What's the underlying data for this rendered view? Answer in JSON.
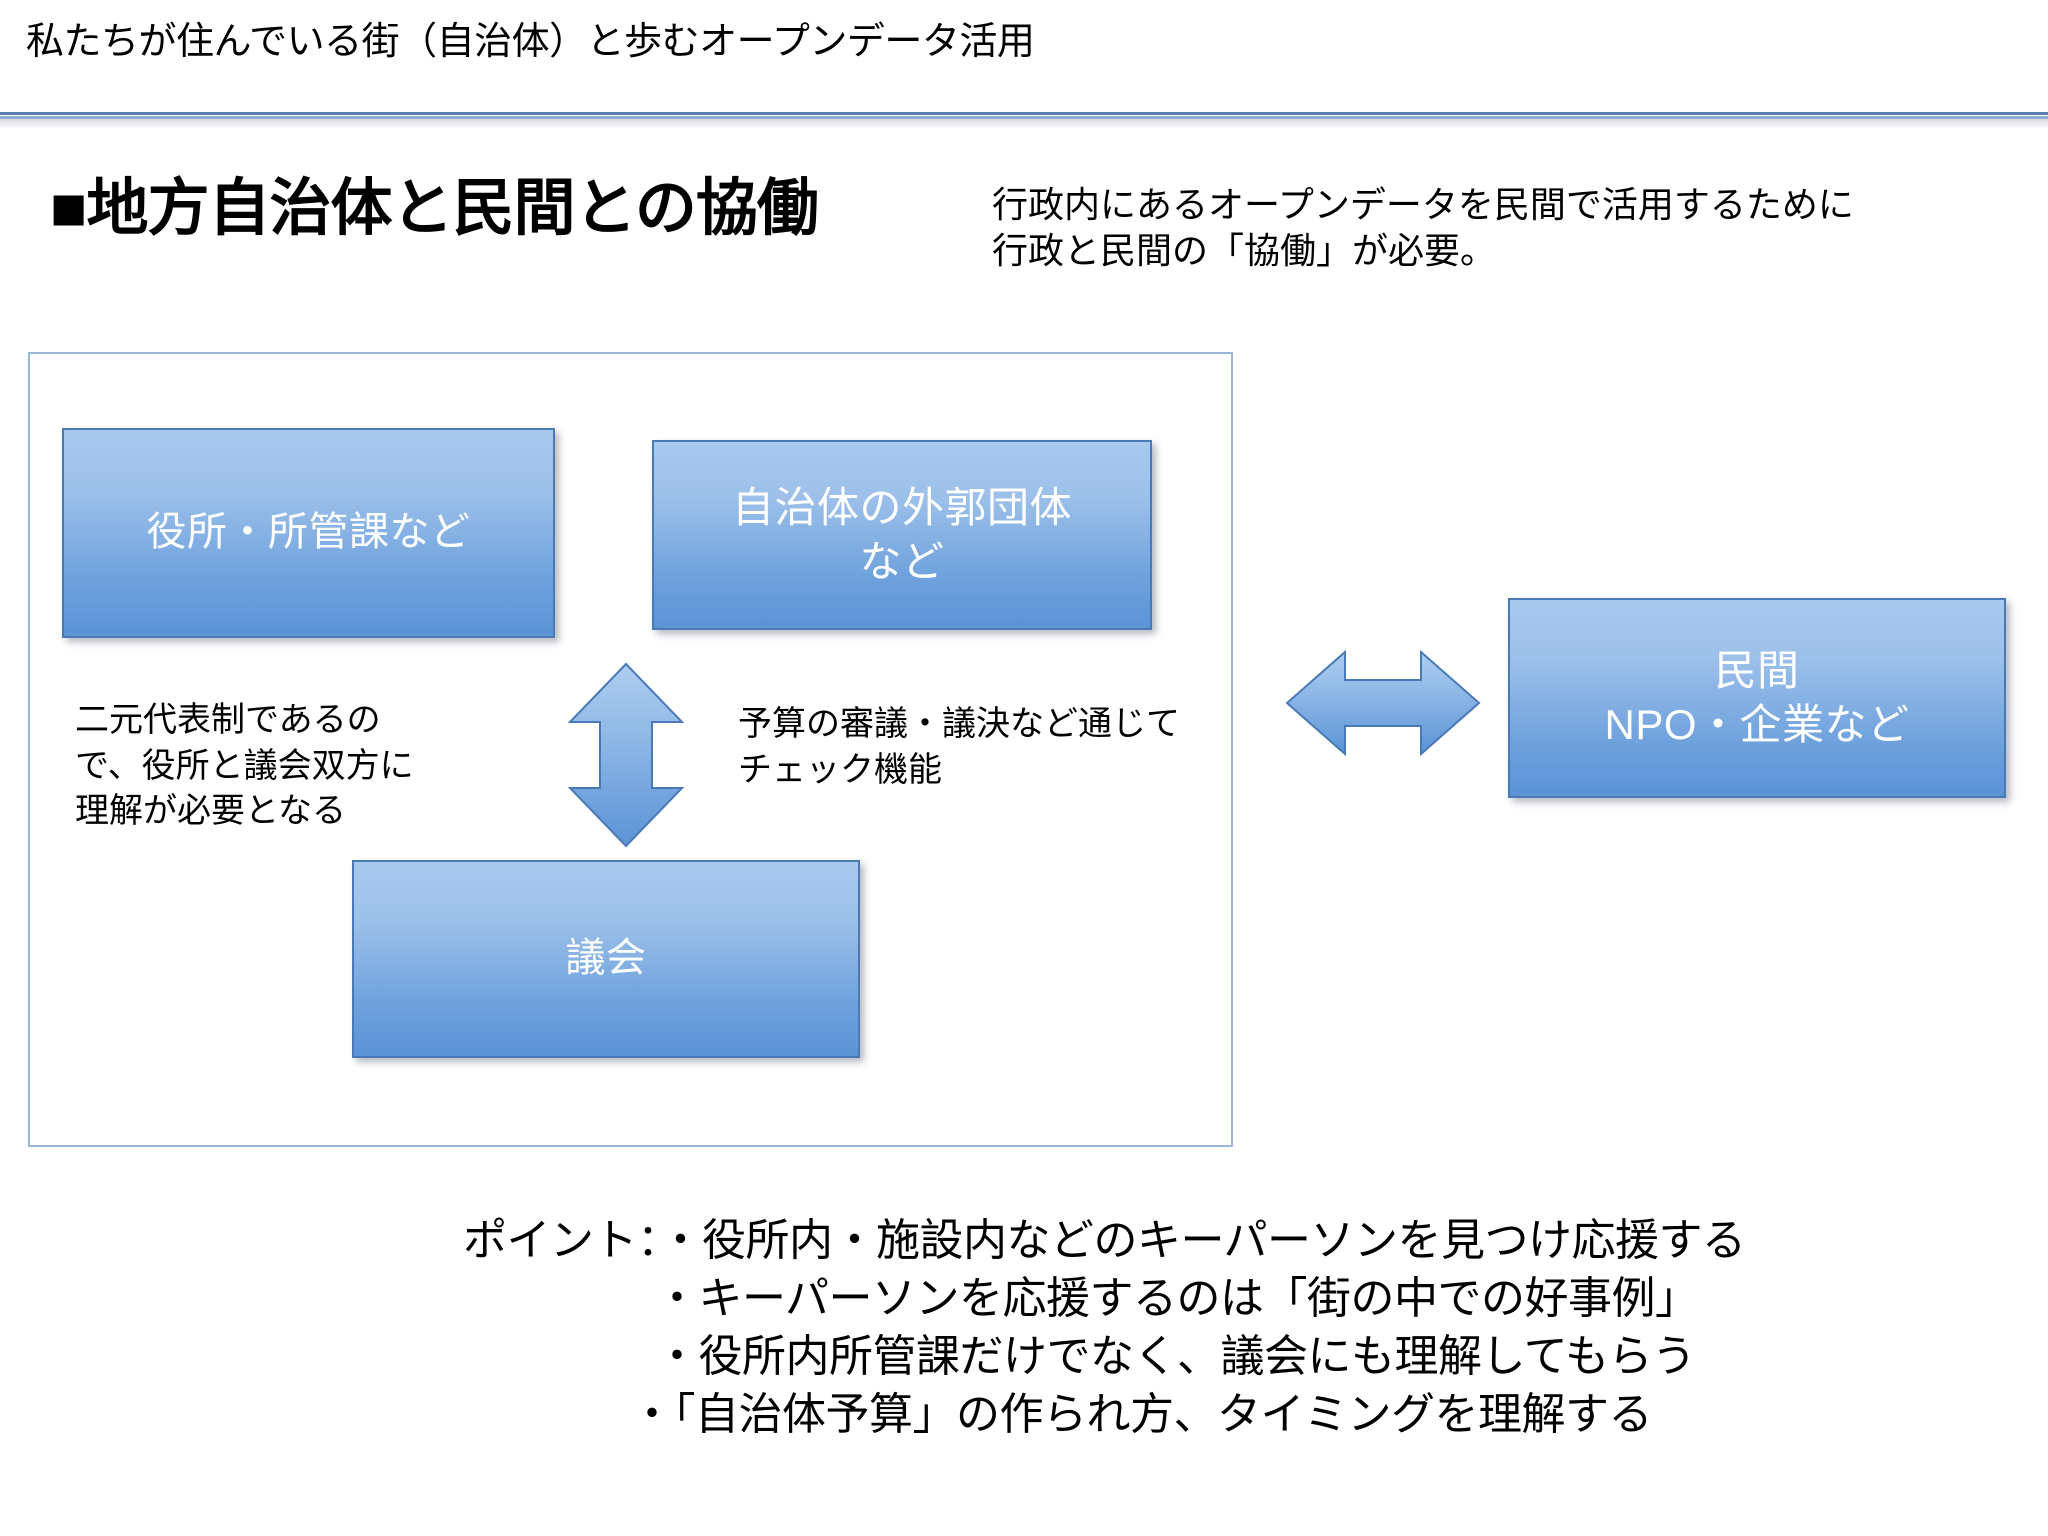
{
  "header": {
    "title": "私たちが住んでいる街（自治体）と歩むオープンデータ活用",
    "rule_color": "#5a83b4"
  },
  "section": {
    "heading": "■地方自治体と民間との協働",
    "intro_line1": "行政内にあるオープンデータを民間で活用するために",
    "intro_line2": "行政と民間の「協働」が必要。"
  },
  "diagram": {
    "frame_border_color": "#9ab6d9",
    "box_fill_top": "#a8c8ee",
    "box_fill_bottom": "#5b93d6",
    "box_border_color": "#4a7ab5",
    "box_text_color": "#ffffff",
    "boxes": [
      {
        "id": "yakusho",
        "label": "役所・所管課など"
      },
      {
        "id": "gaikaku",
        "label_line1": "自治体の外郭団体",
        "label_line2": "など"
      },
      {
        "id": "gikai",
        "label": "議会"
      },
      {
        "id": "minkan",
        "label_line1": "民間",
        "label_line2": "NPO・企業など"
      }
    ],
    "arrows": [
      {
        "id": "vertical-double-arrow",
        "direction": "up-down"
      },
      {
        "id": "horizontal-double-arrow",
        "direction": "left-right"
      }
    ],
    "annotations": {
      "left": "二元代表制であるので、役所と議会双方に理解が必要となる",
      "middle_line1": "予算の審議・議決など通じて",
      "middle_line2": "チェック機能"
    }
  },
  "points": {
    "line1": "ポイント：・役所内・施設内などのキーパーソンを見つけ応援する",
    "line2": "・キーパーソンを応援するのは「街の中での好事例」",
    "line3": "・役所内所管課だけでなく、議会にも理解してもらう",
    "line4": "・「自治体予算」の作られ方、タイミングを理解する"
  }
}
